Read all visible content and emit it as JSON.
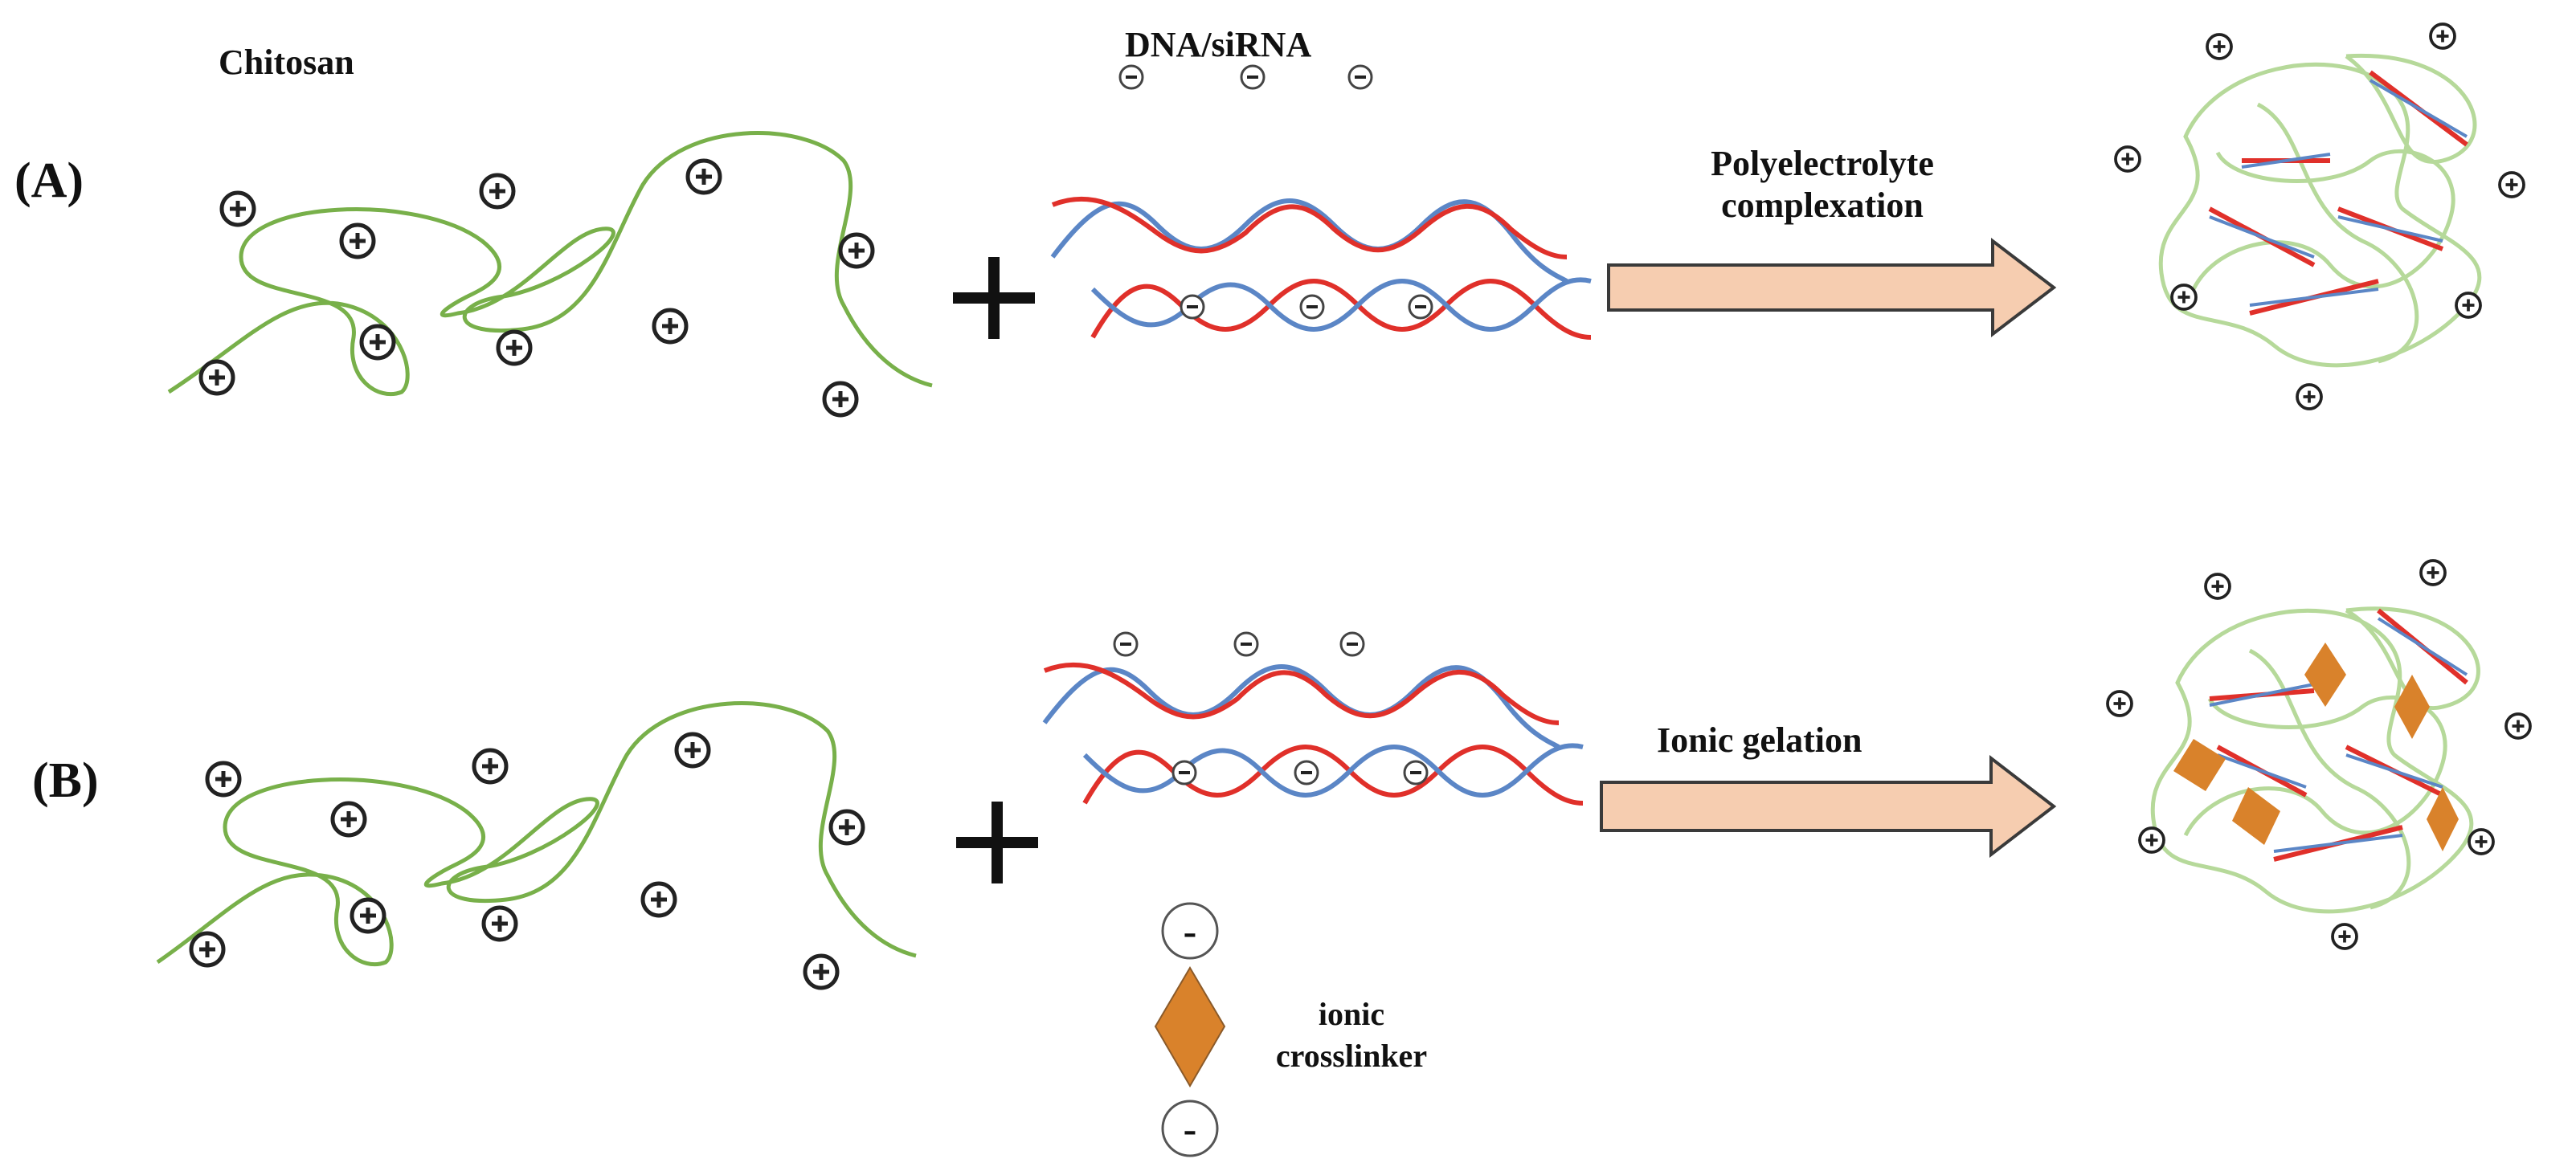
{
  "labels": {
    "panel_a": "(A)",
    "panel_b": "(B)",
    "chitosan": "Chitosan",
    "nucleic_acid": "DNA/siRNA",
    "step_a_line1": "Polyelectrolyte",
    "step_a_line2": "complexation",
    "step_b": "Ionic gelation",
    "crosslinker_line1": "ionic",
    "crosslinker_line2": "crosslinker"
  },
  "symbols": {
    "plus": "+",
    "minus": "-"
  },
  "colors": {
    "chitosan_strand": "#78b04a",
    "chitosan_particle": "#b6d99a",
    "dna_strand_red": "#e0302a",
    "dna_strand_blue": "#5b86c6",
    "arrow_fill": "#f6cdb0",
    "arrow_stroke": "#3a3a3a",
    "crosslinker": "#d9822b",
    "charge_ring": "#222222"
  },
  "icons": {
    "positive_charge": "plus-circle-icon",
    "negative_charge": "minus-circle-icon",
    "process_arrow": "right-arrow-icon",
    "crosslinker": "diamond-icon"
  }
}
